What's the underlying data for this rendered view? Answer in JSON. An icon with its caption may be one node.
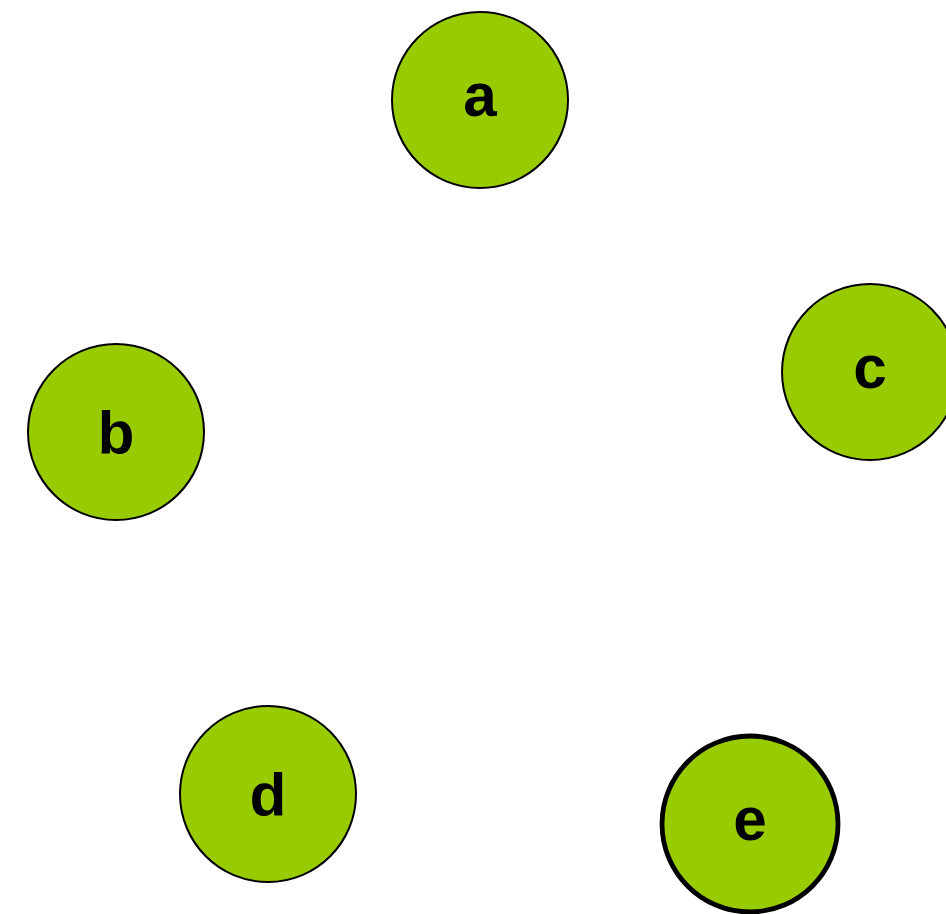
{
  "diagram": {
    "nodes": [
      {
        "text": [
          "a"
        ]
      },
      {
        "text": [
          "b"
        ]
      },
      {
        "text": [
          "c"
        ]
      },
      {
        "text": [
          "d"
        ]
      },
      {
        "text": [
          "e"
        ]
      }
    ]
  }
}
